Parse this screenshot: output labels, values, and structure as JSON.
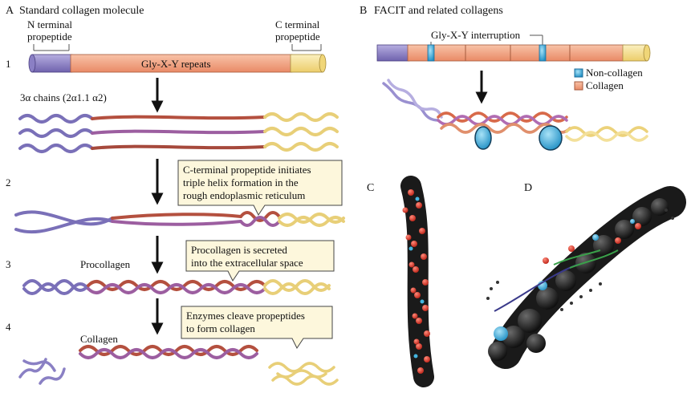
{
  "panel_a": {
    "letter": "A",
    "title": "Standard collagen molecule",
    "n_terminal_label_1": "N terminal",
    "n_terminal_label_2": "propeptide",
    "c_terminal_label_1": "C terminal",
    "c_terminal_label_2": "propeptide",
    "repeats_label": "Gly-X-Y repeats",
    "chains_label": "3α chains (2α1.1 α2)",
    "step1": "1",
    "step2": "2",
    "step3": "3",
    "step4": "4",
    "box2_line1": "C-terminal propeptide initiates",
    "box2_line2": "triple helix formation in the",
    "box2_line3": "rough endoplasmic reticulum",
    "procollagen_label": "Procollagen",
    "box3_line1": "Procollagen is secreted",
    "box3_line2": "into the extracellular space",
    "collagen_label": "Collagen",
    "box4_line1": "Enzymes cleave propeptides",
    "box4_line2": "to form collagen"
  },
  "panel_b": {
    "letter": "B",
    "title": "FACIT and related collagens",
    "interruption_label": "Gly-X-Y interruption",
    "legend_noncollagen": "Non-collagen",
    "legend_collagen": "Collagen"
  },
  "panel_c": {
    "letter": "C"
  },
  "panel_d": {
    "letter": "D"
  },
  "colors": {
    "purple": "#7b6fb5",
    "salmon": "#ef9f7e",
    "cream": "#f3dc8a",
    "cyan": "#44b6e0",
    "box_fill": "#fdf7dc",
    "strand_red": "#b3473b",
    "strand_purple": "#9c5ea0"
  }
}
